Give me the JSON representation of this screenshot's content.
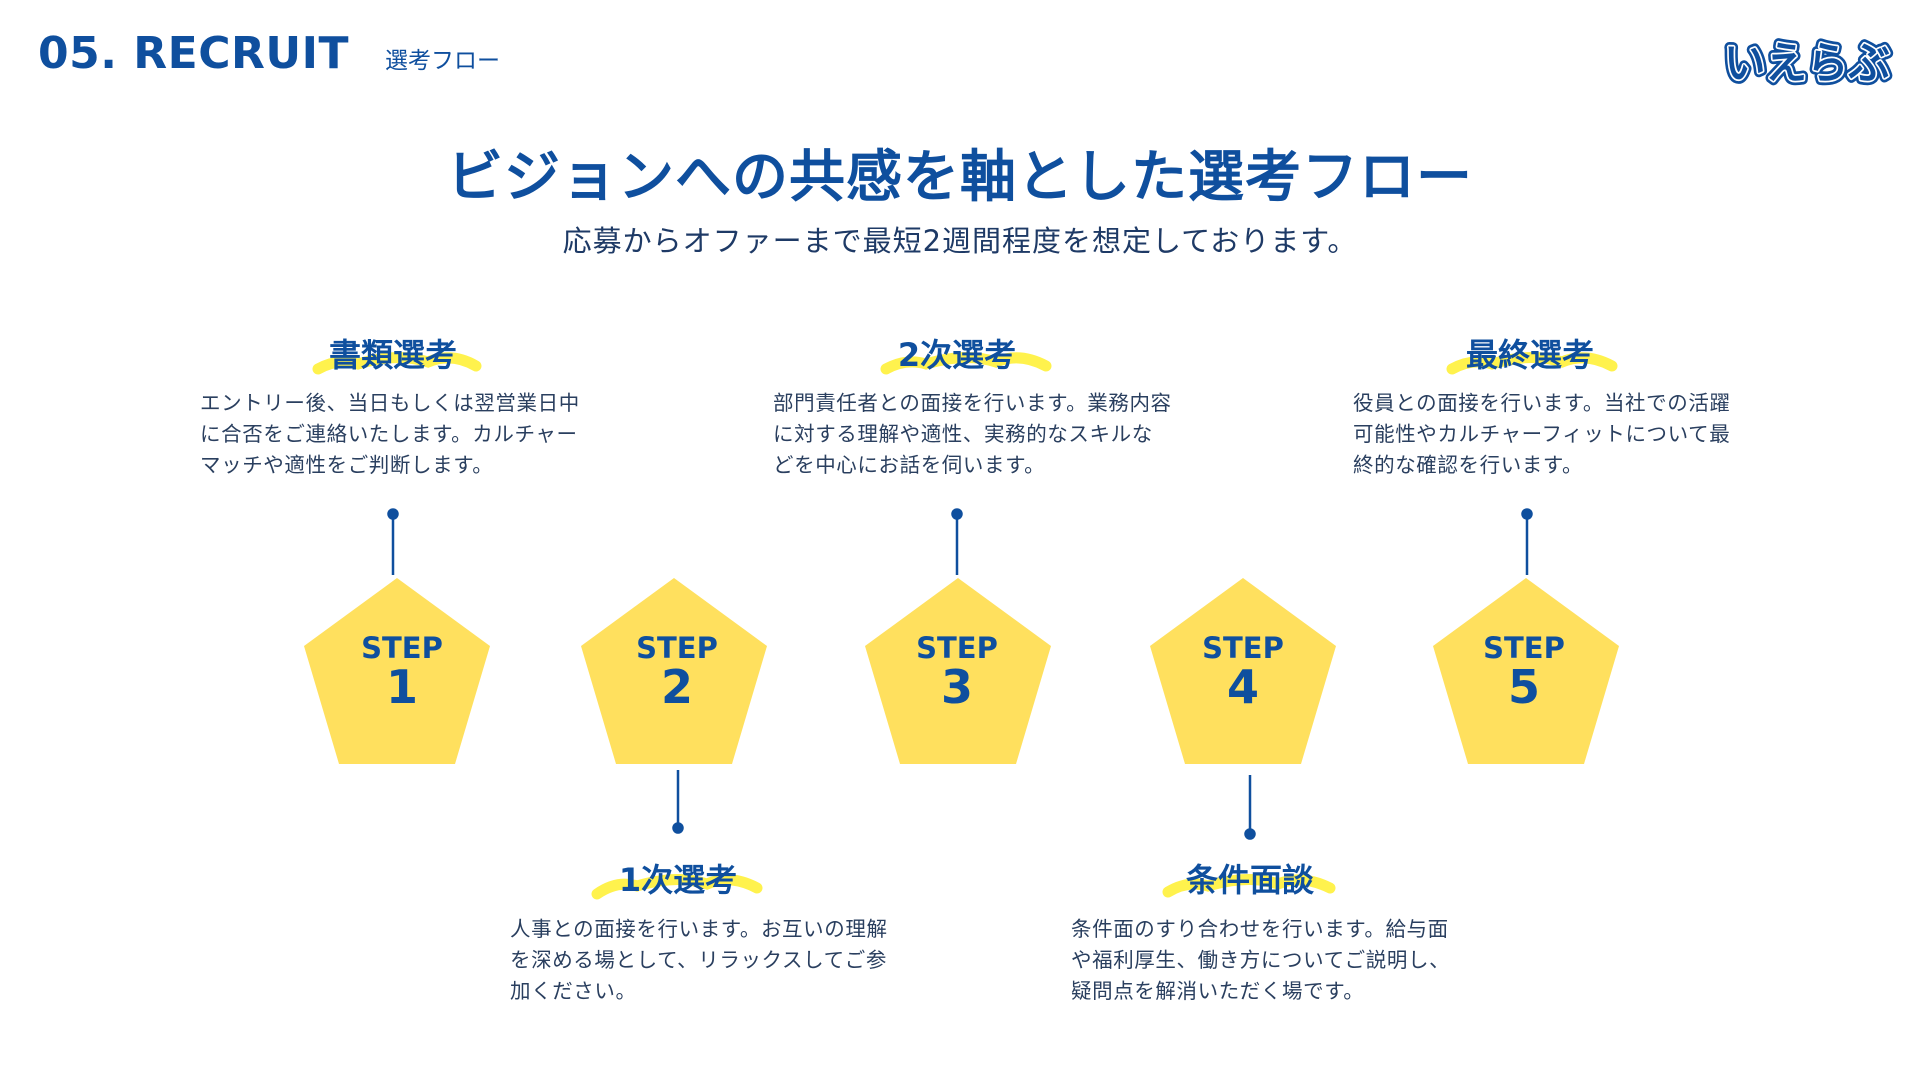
{
  "header": {
    "section_code": "05. RECRUIT",
    "section_sub": "選考フロー",
    "logo_text": "いえらぶ"
  },
  "title": "ビジョンへの共感を軸とした選考フロー",
  "subtitle": "応募からオファーまで最短2週間程度を想定しております。",
  "colors": {
    "primary": "#0f4f9e",
    "accent_yellow": "#ffe05e",
    "highlight_yellow": "#fff24d",
    "body_text": "#2a3f5f"
  },
  "steps": [
    {
      "label": "STEP",
      "number": "1"
    },
    {
      "label": "STEP",
      "number": "2"
    },
    {
      "label": "STEP",
      "number": "3"
    },
    {
      "label": "STEP",
      "number": "4"
    },
    {
      "label": "STEP",
      "number": "5"
    }
  ],
  "stages": [
    {
      "title": "書類選考",
      "description": "エントリー後、当日もしくは翌営業日中に合否をご連絡いたします。カルチャーマッチや適性をご判断します。"
    },
    {
      "title": "1次選考",
      "description": "人事との面接を行います。お互いの理解を深める場として、リラックスしてご参加ください。"
    },
    {
      "title": "2次選考",
      "description": "部門責任者との面接を行います。業務内容に対する理解や適性、実務的なスキルなどを中心にお話を伺います。"
    },
    {
      "title": "条件面談",
      "description": "条件面のすり合わせを行います。給与面や福利厚生、働き方についてご説明し、疑問点を解消いただく場です。"
    },
    {
      "title": "最終選考",
      "description": "役員との面接を行います。当社での活躍可能性やカルチャーフィットについて最終的な確認を行います。"
    }
  ]
}
